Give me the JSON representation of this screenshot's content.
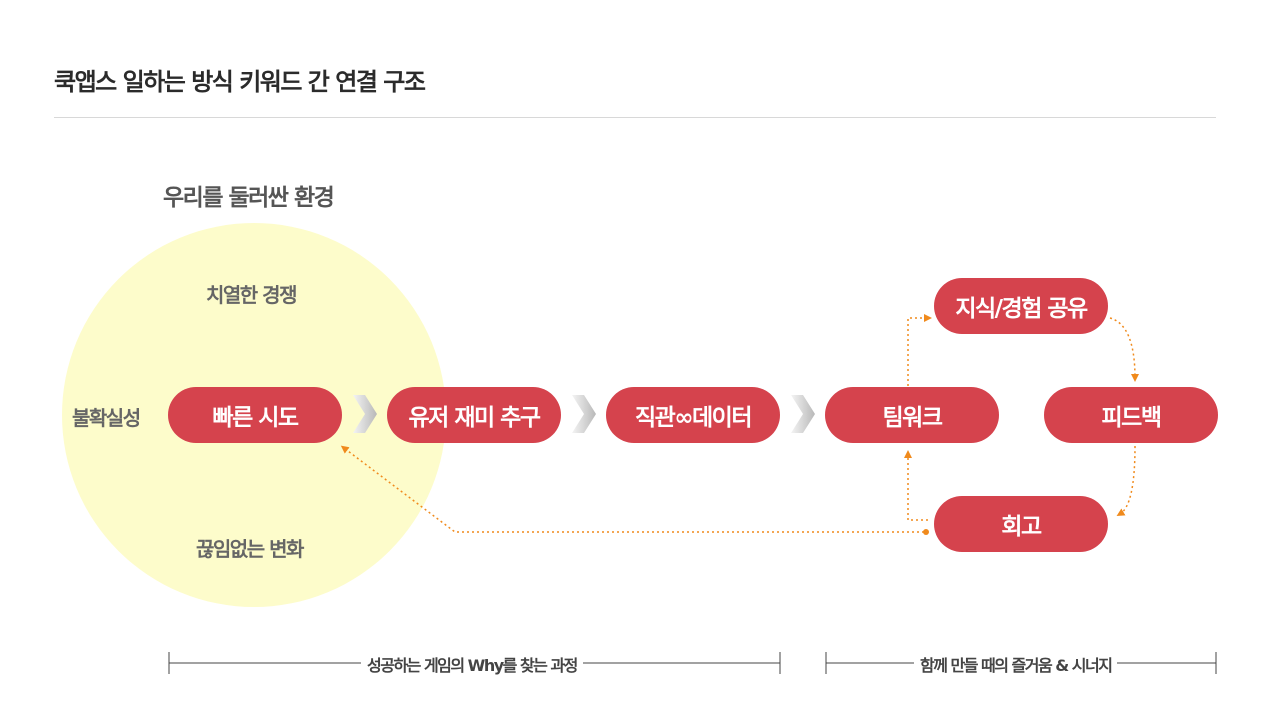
{
  "title": "쿡앱스 일하는 방식 키워드 간 연결 구조",
  "environment": {
    "title": "우리를 둘러싼 환경",
    "labels": {
      "top": "치열한 경쟁",
      "left": "불확실성",
      "bottom": "끊임없는 변화"
    }
  },
  "nodes": {
    "fast_try": "빠른 시도",
    "user_fun": "유저 재미 추구",
    "intuition_data": "직관∞데이터",
    "teamwork": "팀워크",
    "knowledge_share": "지식/경험 공유",
    "feedback": "피드백",
    "retro": "회고"
  },
  "brackets": {
    "left": "성공하는 게임의 Why를 찾는 과정",
    "right": "함께 만들 때의 즐거움 & 시너지"
  },
  "colors": {
    "node": "#d5434d",
    "environment": "#fdfccb",
    "arrow": "#f08a1c"
  }
}
